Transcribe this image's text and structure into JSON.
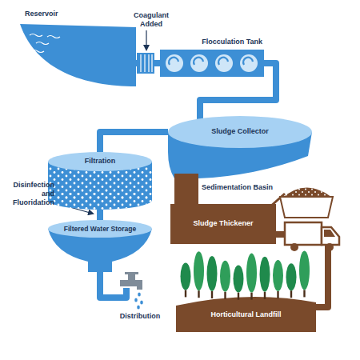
{
  "diagram": {
    "nodes": [
      {
        "text": [
          "Reservoir"
        ]
      },
      {
        "text": [
          "Flocculation Tank"
        ]
      },
      {
        "text": [
          "Sludge Collector"
        ]
      },
      {
        "text": [
          "Filtration"
        ]
      },
      {
        "text": [
          "Sedimentation Basin"
        ]
      },
      {
        "text": [
          "Filtered Water Storage"
        ]
      },
      {
        "text": [
          "Sludge Thickener"
        ]
      },
      {
        "text": [
          "Horticultural Landfill"
        ]
      }
    ],
    "edges": [
      {
        "from": 0,
        "to": 1,
        "arrow": "none"
      },
      {
        "from": 1,
        "to": 2,
        "arrow": "none"
      },
      {
        "from": 2,
        "to": 3,
        "arrow": "none"
      },
      {
        "from": 3,
        "to": 5,
        "arrow": "none"
      },
      {
        "from": 4,
        "to": 6,
        "arrow": "none"
      },
      {
        "from": 6,
        "to": 7,
        "arrow": "none"
      }
    ],
    "labels": [
      "Coagulant Added",
      "Disinfection and Fluoridation",
      "Distribution"
    ]
  }
}
